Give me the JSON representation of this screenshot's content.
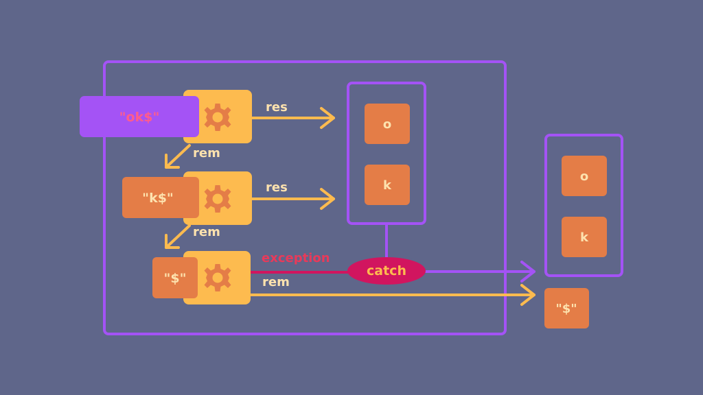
{
  "colors": {
    "background": "#5f668a",
    "purple": "#a453f5",
    "yellow": "#fdbb4f",
    "orange": "#e47d47",
    "pink": "#ff5c8c",
    "red": "#e83a5a",
    "magenta": "#d1155f",
    "cream": "#fde2ae"
  },
  "inputs": {
    "input1": "\"ok$\"",
    "input2": "\"k$\"",
    "input3": "\"$\""
  },
  "arrows": {
    "res1": "res",
    "rem1": "rem",
    "res2": "res",
    "rem2": "rem",
    "exception": "exception",
    "rem3": "rem"
  },
  "collector": {
    "items": [
      "o",
      "k"
    ]
  },
  "catch_label": "catch",
  "output": {
    "items": [
      "o",
      "k"
    ],
    "remainder": "\"$\""
  },
  "icons": {
    "parser_gear": "gear-icon"
  }
}
